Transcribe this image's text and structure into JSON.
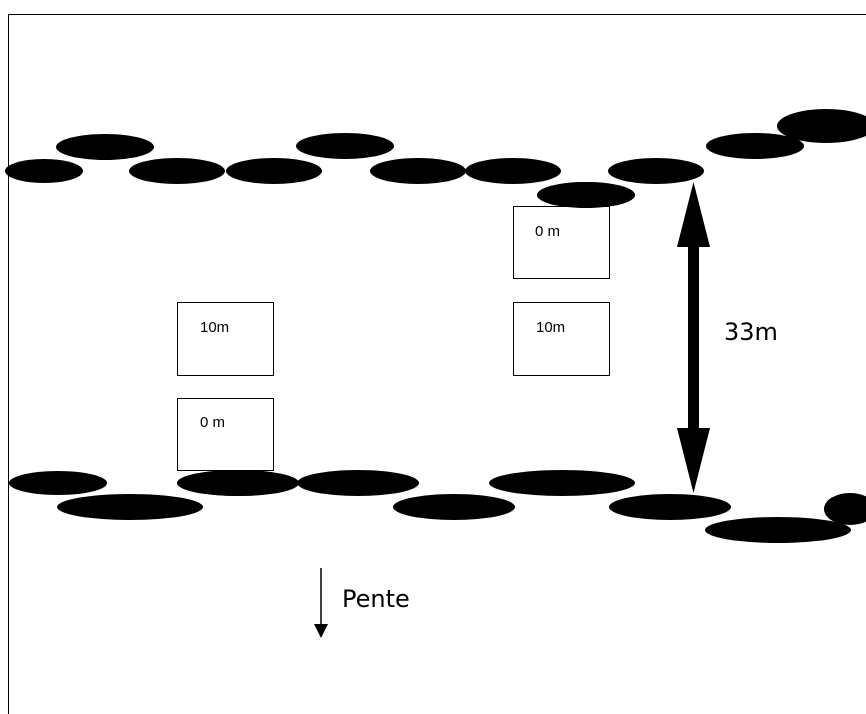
{
  "colors": {
    "stone": "#000000",
    "background": "#ffffff"
  },
  "quadrats": {
    "left_upper_label": "10m",
    "left_lower_label": "0 m",
    "right_upper_label": "0 m",
    "right_lower_label": "10m"
  },
  "distance_label": "33m",
  "slope_label": "Pente"
}
